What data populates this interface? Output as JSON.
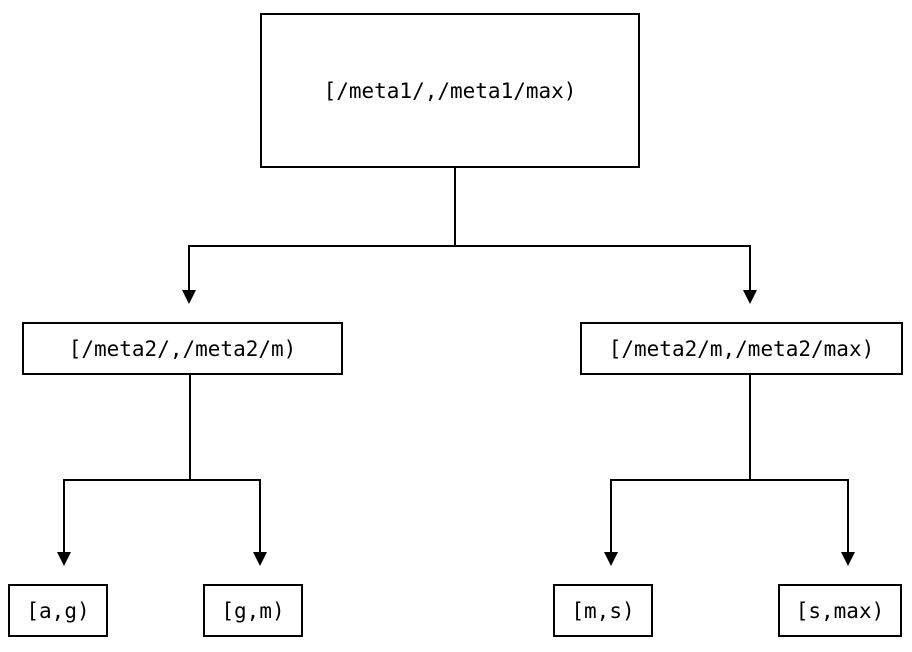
{
  "diagram": {
    "type": "binary-range-partition-tree",
    "colors": {
      "background": "#ffffff",
      "line": "#000000",
      "text": "#000000"
    },
    "nodes": {
      "root": {
        "label": "[/meta1/,/meta1/max)"
      },
      "mid_left": {
        "label": "[/meta2/,/meta2/m)"
      },
      "mid_right": {
        "label": "[/meta2/m,/meta2/max)"
      },
      "leaf_a_g": {
        "label": "[a,g)"
      },
      "leaf_g_m": {
        "label": "[g,m)"
      },
      "leaf_m_s": {
        "label": "[m,s)"
      },
      "leaf_s_max": {
        "label": "[s,max)"
      }
    },
    "edges": [
      {
        "from": "root",
        "to": "mid_left"
      },
      {
        "from": "root",
        "to": "mid_right"
      },
      {
        "from": "mid_left",
        "to": "leaf_a_g"
      },
      {
        "from": "mid_left",
        "to": "leaf_g_m"
      },
      {
        "from": "mid_right",
        "to": "leaf_m_s"
      },
      {
        "from": "mid_right",
        "to": "leaf_s_max"
      }
    ]
  }
}
